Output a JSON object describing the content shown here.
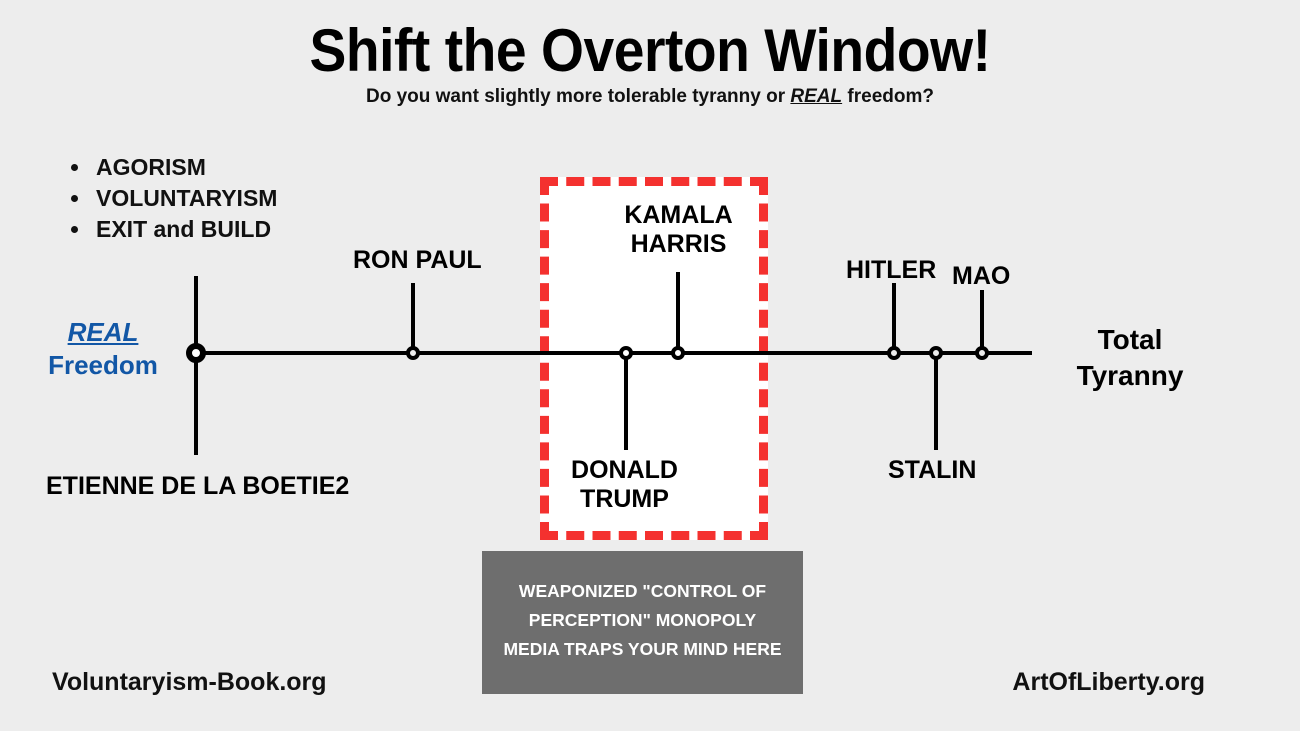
{
  "header": {
    "title": "Shift the Overton Window!",
    "subtitle_before": "Do you want slightly more tolerable tyranny or ",
    "subtitle_emphasis": "REAL",
    "subtitle_after": " freedom?"
  },
  "bullets": [
    {
      "label": "AGORISM"
    },
    {
      "label": "VOLUNTARYISM"
    },
    {
      "label": "EXIT and BUILD"
    }
  ],
  "axis": {
    "left_end_emphasis": "REAL",
    "left_end_label": "Freedom",
    "right_end_label": "Total Tyranny",
    "right_end_line1": "Total",
    "right_end_line2": "Tyranny"
  },
  "points": [
    {
      "name": "etienne-de-la-boetie2",
      "label": "ETIENNE DE LA BOETIE2",
      "side": "below"
    },
    {
      "name": "ron-paul",
      "label": "RON PAUL",
      "side": "above"
    },
    {
      "name": "donald-trump",
      "label": "DONALD TRUMP",
      "line1": "DONALD",
      "line2": "TRUMP",
      "side": "below"
    },
    {
      "name": "kamala-harris",
      "label": "KAMALA HARRIS",
      "line1": "KAMALA",
      "line2": "HARRIS",
      "side": "above"
    },
    {
      "name": "hitler",
      "label": "HITLER",
      "side": "above"
    },
    {
      "name": "stalin",
      "label": "STALIN",
      "side": "below"
    },
    {
      "name": "mao",
      "label": "MAO",
      "side": "above"
    }
  ],
  "overton_window": {
    "caption": "WEAPONIZED \"CONTROL OF PERCEPTION\" MONOPOLY MEDIA TRAPS YOUR MIND HERE"
  },
  "footer": {
    "left": "Voluntaryism-Book.org",
    "right": "ArtOfLiberty.org"
  },
  "colors": {
    "background": "#ededed",
    "accent_blue": "#1257a6",
    "overton_red": "#f4312f",
    "media_gray": "#6e6e6e",
    "line_black": "#000000",
    "window_fill": "#ffffff"
  }
}
